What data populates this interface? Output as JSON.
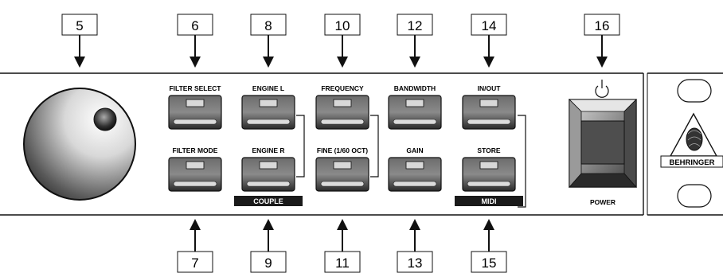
{
  "callouts": {
    "c5": "5",
    "c6": "6",
    "c7": "7",
    "c8": "8",
    "c9": "9",
    "c10": "10",
    "c11": "11",
    "c12": "12",
    "c13": "13",
    "c14": "14",
    "c15": "15",
    "c16": "16"
  },
  "buttons": {
    "filter_select": "FILTER SELECT",
    "filter_mode": "FILTER MODE",
    "engine_l": "ENGINE  L",
    "engine_r": "ENGINE  R",
    "frequency": "FREQUENCY",
    "fine": "FINE (1/60 OCT)",
    "bandwidth": "BANDWIDTH",
    "gain": "GAIN",
    "in_out": "IN/OUT",
    "store": "STORE"
  },
  "group_labels": {
    "couple": "COUPLE",
    "midi": "MIDI"
  },
  "power_label": "POWER",
  "power_symbol_icon": "power-standby-icon",
  "logo": {
    "text": "BEHRINGER",
    "icon": "behringer-face-logo"
  },
  "colors": {
    "ink": "#111111",
    "label_bar": "#1a1a1a"
  }
}
